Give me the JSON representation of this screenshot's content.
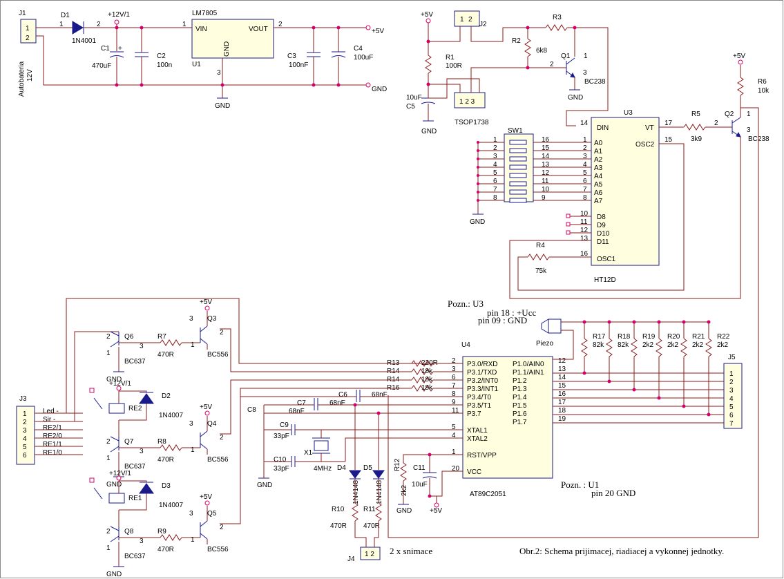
{
  "power": {
    "j1_name": "J1",
    "j1_pin1": "1",
    "j1_pin2": "2",
    "battery_label": "Autobateria",
    "battery_voltage": "12V",
    "d1_name": "D1",
    "d1_part": "1N4001",
    "d1_pin1": "1",
    "d1_pin2": "2",
    "rail_12v": "+12V/1",
    "c1_name": "C1",
    "c1_value": "470uF",
    "c2_name": "C2",
    "c2_value": "100n",
    "reg_name": "LM7805",
    "reg_ref": "U1",
    "reg_vin": "VIN",
    "reg_vout": "VOUT",
    "reg_gnd": "GND",
    "reg_pin1": "1",
    "reg_pin2": "2",
    "reg_pin3": "3",
    "c3_name": "C3",
    "c3_value": "100nF",
    "c4_name": "C4",
    "c4_value": "100uF",
    "out_5v": "+5V",
    "out_gnd": "GND",
    "gnd": "GND"
  },
  "receiver": {
    "vcc": "+5V",
    "j2_name": "J2",
    "j2_pin1": "1",
    "j2_pin2": "2",
    "r1_name": "R1",
    "r1_value": "100R",
    "c5_name": "C5",
    "c5_value": "10uF",
    "tsop_name": "TSOP1738",
    "tsop_pins": "1 2 3",
    "r2_name": "R2",
    "r2_value": "6k8",
    "r3_name": "R3",
    "q1_name": "Q1",
    "q1_part": "BC238",
    "q1_pin1": "1",
    "q1_pin2": "2",
    "q1_pin3": "3",
    "gnd": "GND"
  },
  "decoder": {
    "u3_name": "U3",
    "u3_part": "HT12D",
    "din": "DIN",
    "vt": "VT",
    "osc2": "OSC2",
    "osc1": "OSC1",
    "address_labels": [
      "A0",
      "A1",
      "A2",
      "A3",
      "A4",
      "A5",
      "A6",
      "A7"
    ],
    "address_pins": [
      "1",
      "2",
      "3",
      "4",
      "5",
      "6",
      "7",
      "8"
    ],
    "data_labels": [
      "D8",
      "D9",
      "D10",
      "D11"
    ],
    "data_pins": [
      "10",
      "11",
      "12",
      "13"
    ],
    "pin14": "14",
    "pin17": "17",
    "pin15": "15",
    "pin16": "16",
    "sw1_name": "SW1",
    "sw_left_pins": [
      "1",
      "2",
      "3",
      "4",
      "5",
      "6",
      "7",
      "8"
    ],
    "sw_right_pins": [
      "16",
      "15",
      "14",
      "13",
      "12",
      "11",
      "10",
      "9"
    ],
    "gnd": "GND",
    "r4_name": "R4",
    "r4_value": "75k",
    "r5_name": "R5",
    "r5_value": "3k9",
    "r5_pin": "2",
    "r6_name": "R6",
    "r6_value": "10k",
    "vcc": "+5V",
    "q2_name": "Q2",
    "q2_part": "BC238",
    "q2_pin1": "1",
    "q2_pin3": "3"
  },
  "notes": {
    "u3_title": "Pozn.: U3",
    "u3_line1": "pin 18 : +Ucc",
    "u3_line2": "pin 09 : GND",
    "u1_title": "Pozn. : U1",
    "u1_line1": "pin 20 GND",
    "caption": "Obr.2: Schema prijimacej, riadiacej a vykonnej jednotky.",
    "j4_note": "2 x snimace"
  },
  "mcu": {
    "u4_name": "U4",
    "u4_part": "AT89C2051",
    "left_pins": [
      {
        "num": "2",
        "label": "P3.0/RXD"
      },
      {
        "num": "3",
        "label": "P3.1/TXD"
      },
      {
        "num": "6",
        "label": "P3.2/INT0"
      },
      {
        "num": "7",
        "label": "P3.3/INT1"
      },
      {
        "num": "8",
        "label": "P3.4/T0"
      },
      {
        "num": "9",
        "label": "P3.5/T1"
      },
      {
        "num": "11",
        "label": "P3.7"
      },
      {
        "num": "5",
        "label": "XTAL1"
      },
      {
        "num": "4",
        "label": "XTAL2"
      },
      {
        "num": "1",
        "label": "RST/VPP"
      },
      {
        "num": "20",
        "label": "VCC"
      }
    ],
    "right_pins": [
      {
        "num": "12",
        "label": "P1.0/AIN0"
      },
      {
        "num": "13",
        "label": "P1.1/AIN1"
      },
      {
        "num": "14",
        "label": "P1.2"
      },
      {
        "num": "15",
        "label": "P1.3"
      },
      {
        "num": "16",
        "label": "P1.4"
      },
      {
        "num": "17",
        "label": "P1.5"
      },
      {
        "num": "18",
        "label": "P1.6"
      },
      {
        "num": "19",
        "label": "P1.7"
      }
    ],
    "r13": "R13",
    "r13_value": "220R",
    "r14a": "R14",
    "r14a_value": "18k",
    "r14b": "R14",
    "r14b_value": "18k",
    "r16": "R16",
    "r16_value": "18k",
    "c6_name": "C6",
    "c6_value": "68nF",
    "c7_name": "C7",
    "c7_value": "68nF",
    "c8_name": "C8",
    "c8_value": "68nF",
    "c9_name": "C9",
    "c9_value": "33pF",
    "c10_name": "C10",
    "c10_value": "33pF",
    "x1_name": "X1",
    "x1_value": "4MHz",
    "c11_name": "C11",
    "c11_value": "10uF",
    "r12_name": "R12",
    "r12_value": "2k2",
    "d4_name": "D4",
    "d4_part": "1N4148",
    "d5_name": "D5",
    "d5_part": "1N4148",
    "r10_name": "R10",
    "r10_value": "470R",
    "r11_name": "R11",
    "r11_value": "470R",
    "j4_name": "J4",
    "j4_pins": "1 2",
    "gnd": "GND",
    "vcc": "+5V"
  },
  "outputs": {
    "piezo": "Piezo",
    "resistors": [
      {
        "name": "R17",
        "value": "82k"
      },
      {
        "name": "R18",
        "value": "82k"
      },
      {
        "name": "R19",
        "value": "2k2"
      },
      {
        "name": "R20",
        "value": "2k2"
      },
      {
        "name": "R21",
        "value": "2k2"
      },
      {
        "name": "R22",
        "value": "2k2"
      }
    ],
    "j5_name": "J5",
    "j5_pins": [
      "1",
      "2",
      "3",
      "4",
      "5",
      "6",
      "7"
    ]
  },
  "drivers": {
    "j3_name": "J3",
    "j3_pins": [
      "1",
      "2",
      "3",
      "4",
      "5",
      "6"
    ],
    "j3_signals": [
      "Led -",
      "Sir -",
      "RE2/1",
      "RE2/0",
      "RE1/1",
      "RE1/0"
    ],
    "q6": "Q6",
    "q7": "Q7",
    "q8": "Q8",
    "q_low_part": "BC637",
    "q3": "Q3",
    "q4": "Q4",
    "q5": "Q5",
    "q_high_part": "BC556",
    "r7": "R7",
    "r8": "R8",
    "r9": "R9",
    "r_value": "470R",
    "re2": "RE2",
    "re1": "RE1",
    "d2": "D2",
    "d3": "D3",
    "d_part": "1N4007",
    "rail_12v": "+12V/1",
    "vcc": "+5V",
    "gnd": "GND",
    "pin1": "1",
    "pin2": "2",
    "pin3": "3"
  }
}
